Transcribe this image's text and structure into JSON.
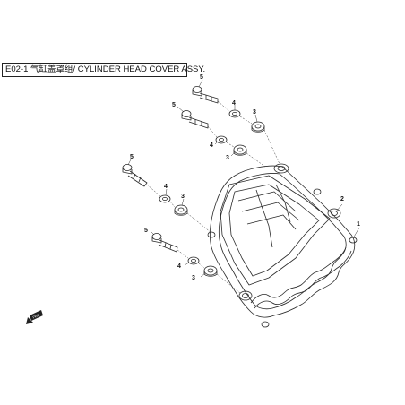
{
  "diagram": {
    "title": "E02-1 气缸盖罩组/ CYLINDER HEAD COVER ASSY.",
    "callouts": [
      "1",
      "2",
      "3",
      "4",
      "5"
    ],
    "badge_text": "FWD"
  }
}
